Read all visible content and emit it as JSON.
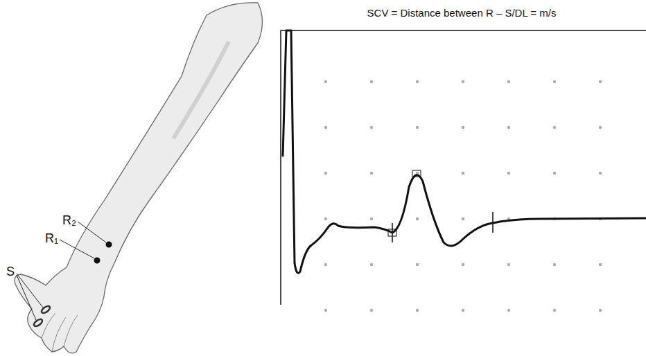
{
  "diagram": {
    "title": "SCV = Distance between R – S/DL = m/s",
    "labels": [
      "R₂",
      "R₁",
      "S"
    ]
  }
}
